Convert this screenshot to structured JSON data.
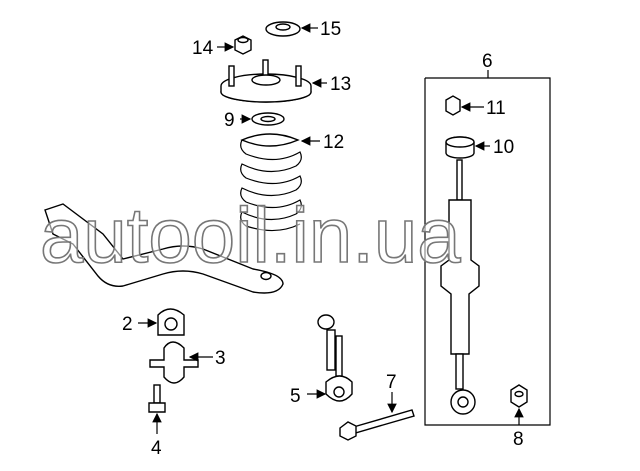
{
  "diagram": {
    "callouts": [
      {
        "id": "15",
        "label": "15"
      },
      {
        "id": "14",
        "label": "14"
      },
      {
        "id": "13",
        "label": "13"
      },
      {
        "id": "9",
        "label": "9"
      },
      {
        "id": "12",
        "label": "12"
      },
      {
        "id": "6",
        "label": "6"
      },
      {
        "id": "11",
        "label": "11"
      },
      {
        "id": "10",
        "label": "10"
      },
      {
        "id": "2",
        "label": "2"
      },
      {
        "id": "3",
        "label": "3"
      },
      {
        "id": "5",
        "label": "5"
      },
      {
        "id": "7",
        "label": "7"
      },
      {
        "id": "4",
        "label": "4"
      },
      {
        "id": "8",
        "label": "8"
      }
    ],
    "watermark": "autooil.in.ua"
  }
}
